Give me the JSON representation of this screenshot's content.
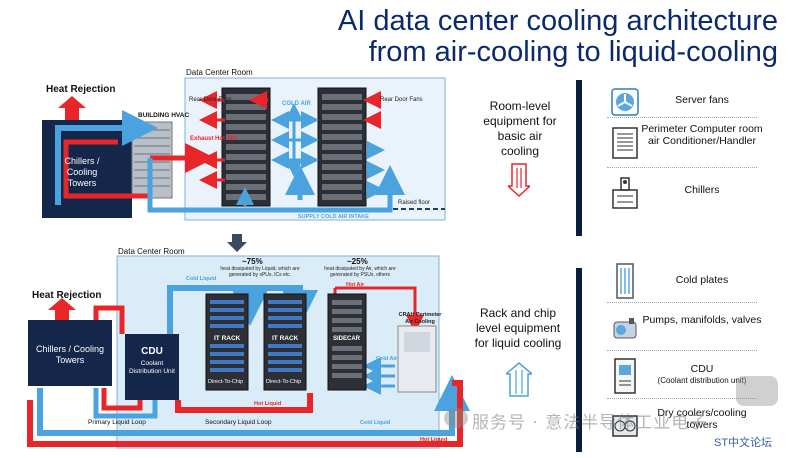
{
  "title": {
    "line1": "AI data center cooling architecture",
    "line2": "from air-cooling to liquid-cooling"
  },
  "top_diagram": {
    "heat_rejection": "Heat Rejection",
    "building_hvac": "BUILDING HVAC",
    "room_label": "Data Center Room",
    "chillers": "Chillers / Cooling Towers",
    "rear_door_fans_left": "Rear Door Fans",
    "rear_door_fans_right": "Rear Door Fans",
    "cold_air": "COLD AIR",
    "exhaust_hot_air": "Exhaust Hot AIR",
    "raised_floor": "Raised floor",
    "supply_cold_air": "SUPPLY COLD AIR INTAKE"
  },
  "bottom_diagram": {
    "room_label": "Data Center Room",
    "heat_rejection": "Heat Rejection",
    "chillers": "Chillers / Cooling Towers",
    "cdu_title": "CDU",
    "cdu_sub": "Coolant Distribution Unit",
    "cold_liquid_top": "Cold Liquid",
    "pct_liquid": "~75%",
    "pct_liquid_desc": "heat dissipated by Liquid, which are generated by xPUs, ICs etc.",
    "pct_air": "~25%",
    "pct_air_desc": "heat dissipated by Air, which are generated by PSUs, others",
    "hot_air": "Hot Air",
    "cold_air": "Cold Air",
    "it_rack_1": "IT RACK",
    "it_rack_2": "IT RACK",
    "sidecar": "SIDECAR",
    "crah": "CRAH Perimeter Air Cooling",
    "dtc_1": "Direct-To-Chip",
    "dtc_2": "Direct-To-Chip",
    "hot_liquid_mid": "Hot Liquid",
    "primary_loop": "Primary Liquid Loop",
    "secondary_loop": "Secondary Liquid Loop",
    "cold_liquid_bottom": "Cold Liquid",
    "hot_liquid_bottom": "Hot Liquid"
  },
  "middle": {
    "room_level": "Room-level equipment for basic air cooling",
    "rack_level": "Rack and chip level equipment for liquid cooling"
  },
  "legend_top": [
    {
      "label": "Server fans",
      "icon": "fan-icon"
    },
    {
      "label": "Perimeter Computer room air Conditioner/Handler",
      "icon": "air-handler-icon"
    },
    {
      "label": "Chillers",
      "icon": "chiller-icon"
    }
  ],
  "legend_bottom": [
    {
      "label": "Cold plates",
      "icon": "cold-plate-icon"
    },
    {
      "label": "Pumps, manifolds, valves",
      "icon": "pump-icon"
    },
    {
      "label": "CDU",
      "sub": "(Coolant distribution unit)",
      "icon": "cdu-icon"
    },
    {
      "label": "Dry coolers/cooling towers",
      "icon": "dry-cooler-icon"
    }
  ],
  "watermark": {
    "text": "服务号 · 意法半导体工业电子",
    "brand": "ST中文论坛"
  },
  "colors": {
    "title": "#0b2a6b",
    "hot": "#e8262a",
    "cold": "#4aa3df",
    "dark_box": "#14264a",
    "bar": "#0b1e3d"
  }
}
